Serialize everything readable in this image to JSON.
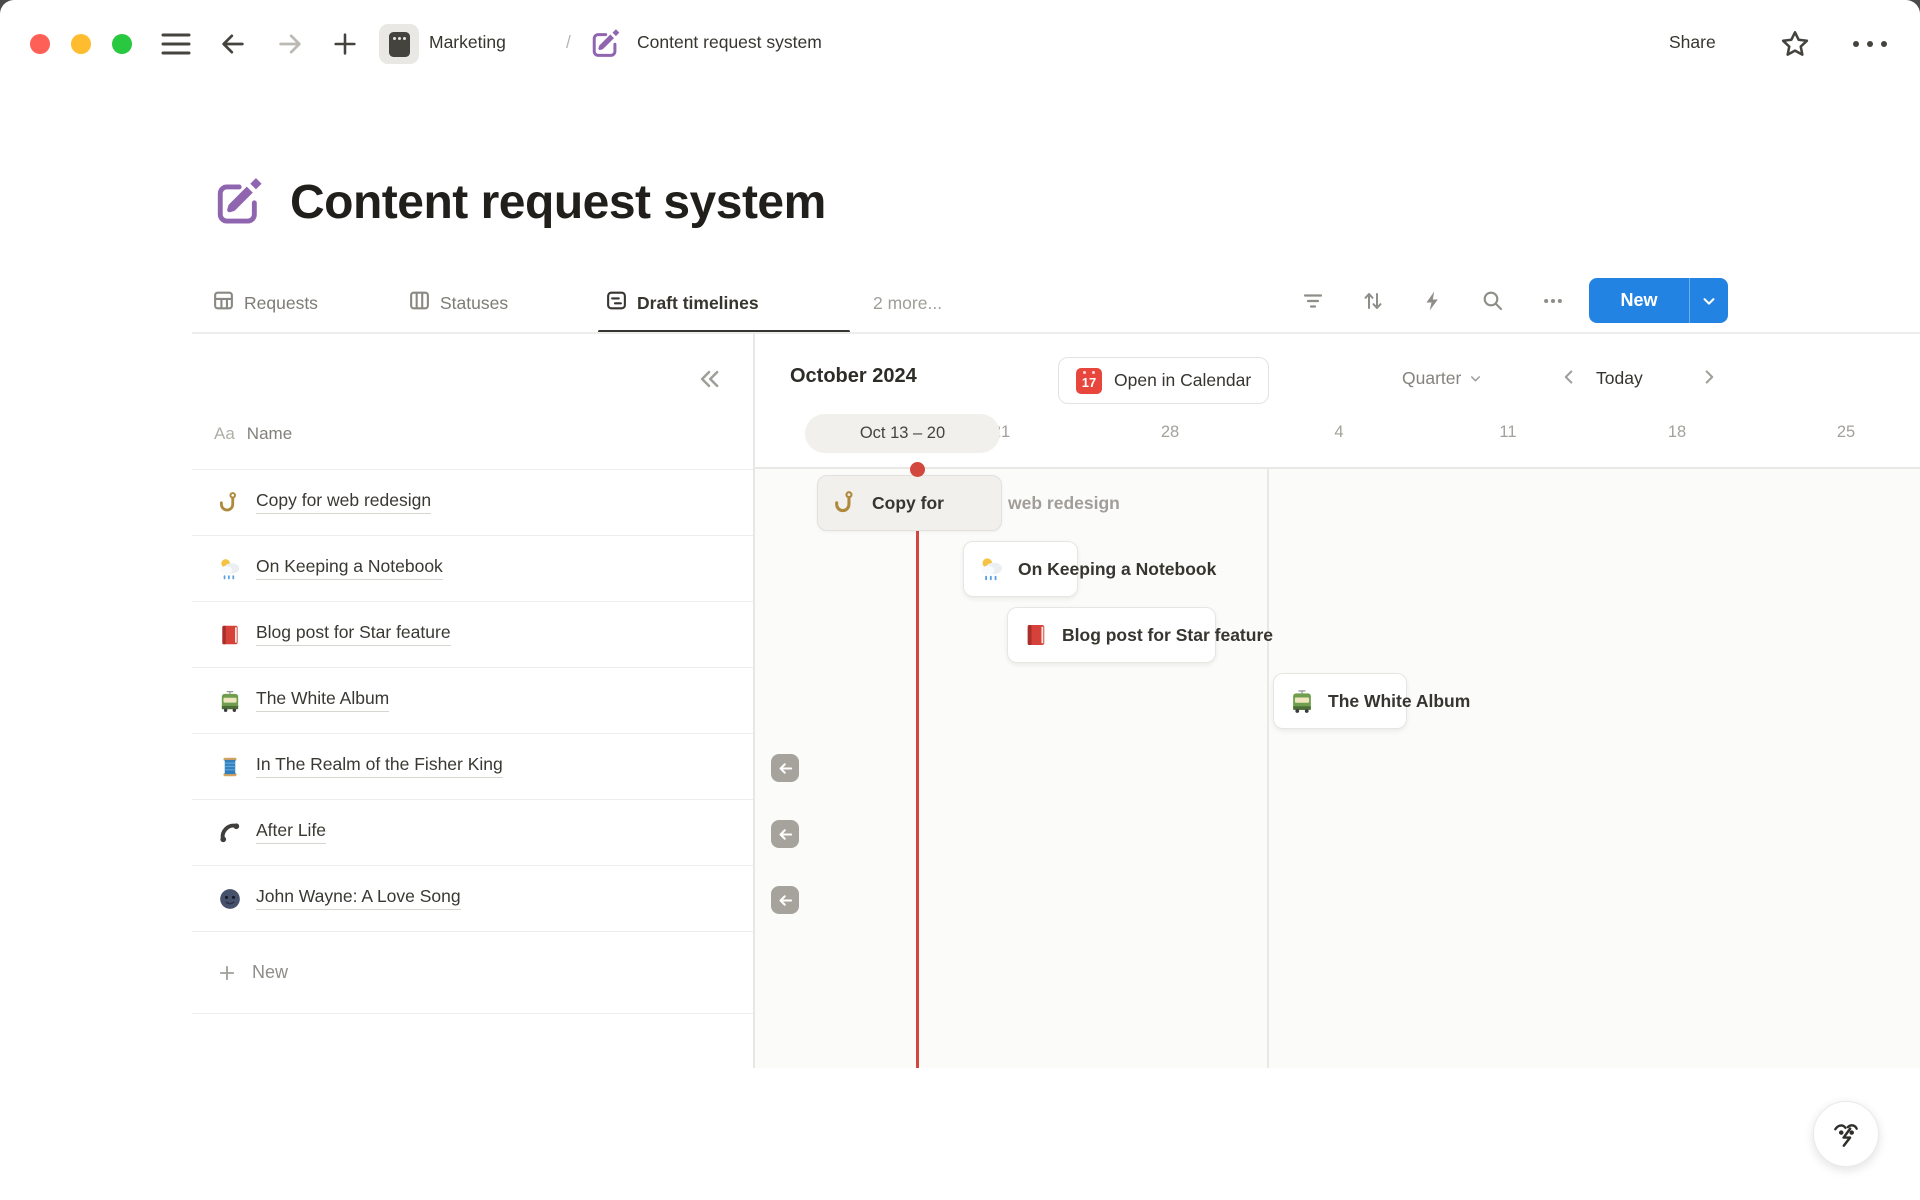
{
  "titlebar": {
    "breadcrumb_team": "Marketing",
    "breadcrumb_sep": "/",
    "breadcrumb_page": "Content request system",
    "share_label": "Share"
  },
  "page": {
    "title": "Content request system",
    "icon": "purple-pencil-square"
  },
  "tabs": {
    "requests": "Requests",
    "statuses": "Statuses",
    "draft_timelines": "Draft timelines",
    "more": "2 more...",
    "active_tab": "Draft timelines"
  },
  "toolbar": {
    "icons": [
      "filter-icon",
      "sort-icon",
      "automation-icon",
      "search-icon",
      "more-icon"
    ],
    "new_label": "New"
  },
  "panel": {
    "collapse_icon": "double-chevron-left",
    "header_type": "Aa",
    "header_name": "Name",
    "rows": [
      {
        "icon": "hook-emoji",
        "name": "Copy for web redesign"
      },
      {
        "icon": "sun-rain-cloud-emoji",
        "name": "On Keeping a Notebook"
      },
      {
        "icon": "red-book-emoji",
        "name": "Blog post for Star feature"
      },
      {
        "icon": "tram-emoji",
        "name": "The White Album"
      },
      {
        "icon": "thread-emoji",
        "name": "In The Realm of the Fisher King"
      },
      {
        "icon": "phone-receiver-emoji",
        "name": "After Life"
      },
      {
        "icon": "new-moon-face-emoji",
        "name": "John Wayne: A Love Song"
      }
    ],
    "new_label": "New"
  },
  "timeline": {
    "month_label": "October 2024",
    "open_in_calendar": "Open in Calendar",
    "calendar_icon_day": "17",
    "zoom_level": "Quarter",
    "today_label": "Today",
    "selected_week": "Oct 13 – 20",
    "ticks": [
      "21",
      "28",
      "4",
      "11",
      "18",
      "25"
    ],
    "bars": {
      "copy_full_name": "Copy for web redesign",
      "copy_visible": "Copy for",
      "copy_overflow": "web redesign",
      "notebook": "On Keeping a Notebook",
      "blog": "Blog post for Star feature",
      "album": "The White Album"
    },
    "offscreen_arrow_count": 3
  },
  "colors": {
    "accent_blue": "#2383e2",
    "today_red": "#d2483f",
    "page_icon_purple": "#9065b0"
  }
}
